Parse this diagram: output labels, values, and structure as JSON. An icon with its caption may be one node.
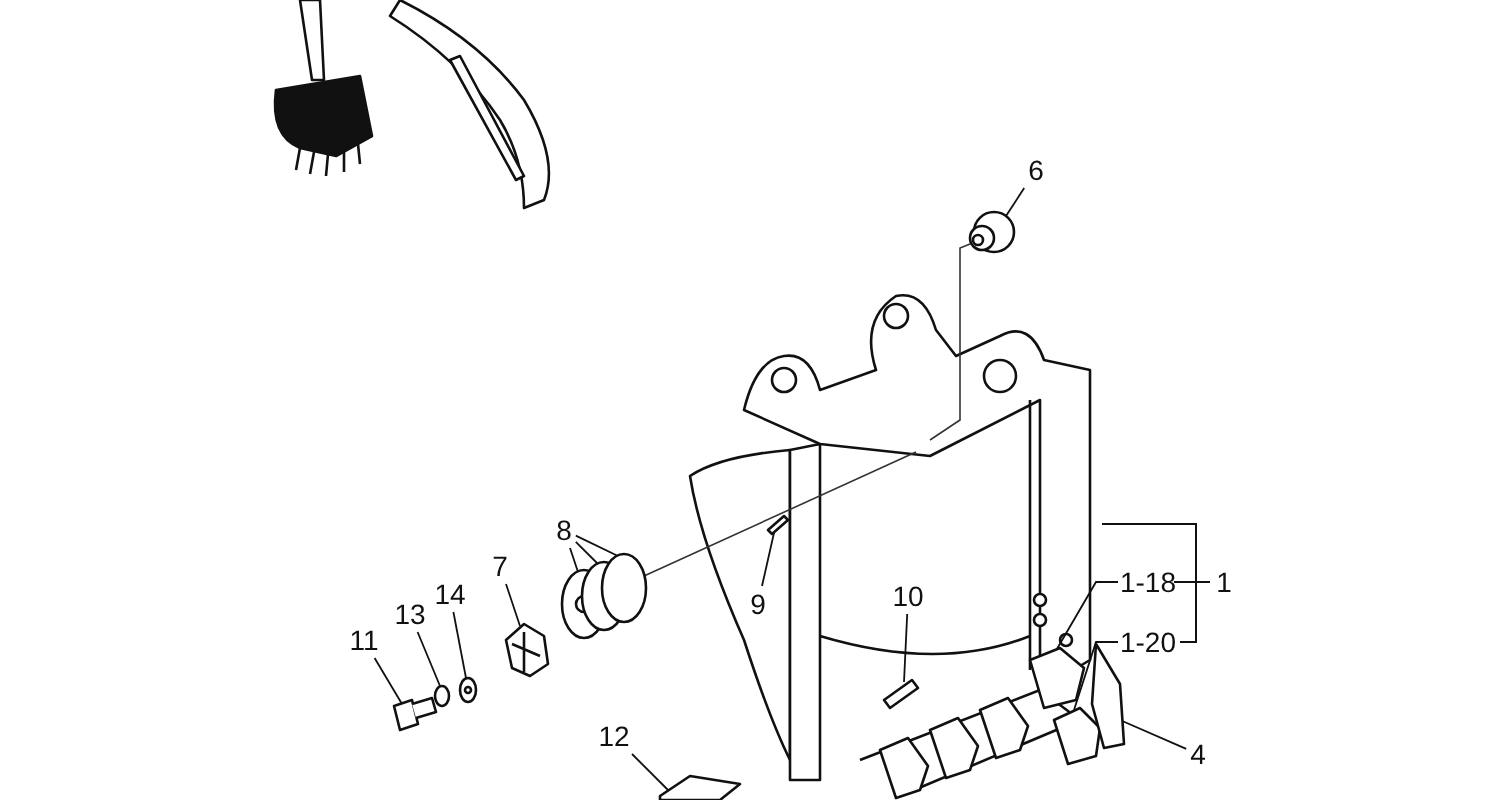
{
  "diagram": {
    "nodes": [
      {
        "text": [
          "6"
        ]
      },
      {
        "text": [],
        "shape": "picture"
      },
      {
        "text": [
          "8"
        ]
      },
      {
        "text": [],
        "shape": "circle"
      },
      {
        "text": [],
        "shape": "circle"
      },
      {
        "text": [],
        "shape": "circle"
      },
      {
        "text": [
          "7"
        ]
      },
      {
        "text": [],
        "shape": "picture"
      },
      {
        "text": [
          "14"
        ]
      },
      {
        "text": [],
        "shape": "picture"
      },
      {
        "text": [
          "13"
        ]
      },
      {
        "text": [],
        "shape": "circle"
      },
      {
        "text": [
          "11"
        ]
      },
      {
        "text": [],
        "shape": "picture"
      },
      {
        "text": [
          "9"
        ]
      },
      {
        "text": [],
        "shape": "picture"
      },
      {
        "text": [
          "10"
        ]
      },
      {
        "text": [],
        "shape": "picture"
      },
      {
        "text": [
          "12"
        ]
      },
      {
        "text": [],
        "shape": "picture"
      },
      {
        "text": [
          "1-18"
        ]
      },
      {
        "text": [],
        "shape": "picture"
      },
      {
        "text": [
          "1-20"
        ]
      },
      {
        "text": [],
        "shape": "picture"
      },
      {
        "text": [
          "4"
        ]
      },
      {
        "text": [],
        "shape": "picture"
      }
    ],
    "edges": [
      {
        "from": 0,
        "to": 1,
        "arrow": "none"
      },
      {
        "from": 2,
        "to": 3,
        "arrow": "none"
      },
      {
        "from": 2,
        "to": 4,
        "arrow": "none"
      },
      {
        "from": 2,
        "to": 5,
        "arrow": "none"
      },
      {
        "from": 6,
        "to": 7,
        "arrow": "none"
      },
      {
        "from": 8,
        "to": 9,
        "arrow": "none"
      },
      {
        "from": 10,
        "to": 11,
        "arrow": "none"
      },
      {
        "from": 12,
        "to": 13,
        "arrow": "none"
      },
      {
        "from": 14,
        "to": 15,
        "arrow": "none"
      },
      {
        "from": 16,
        "to": 17,
        "arrow": "none"
      },
      {
        "from": 18,
        "to": 19,
        "arrow": "none"
      },
      {
        "from": 20,
        "to": 21,
        "arrow": "none"
      },
      {
        "from": 22,
        "to": 23,
        "arrow": "none"
      },
      {
        "from": 24,
        "to": 25,
        "arrow": "none"
      }
    ],
    "labels": [
      "1"
    ]
  }
}
